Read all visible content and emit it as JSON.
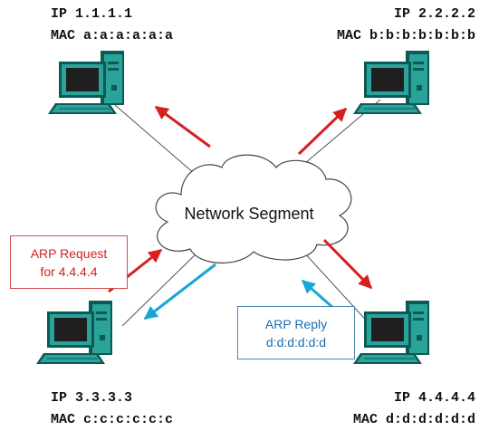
{
  "hosts": {
    "top_left": {
      "ip": "IP 1.1.1.1",
      "mac": "MAC a:a:a:a:a:a"
    },
    "top_right": {
      "ip": "IP 2.2.2.2",
      "mac": "MAC b:b:b:b:b:b:b"
    },
    "bottom_left": {
      "ip": "IP 3.3.3.3",
      "mac": "MAC c:c:c:c:c:c"
    },
    "bottom_right": {
      "ip": "IP 4.4.4.4",
      "mac": "MAC d:d:d:d:d:d"
    }
  },
  "cloud": {
    "label": "Network Segment"
  },
  "arp_request": {
    "line1": "ARP Request",
    "line2": "for 4.4.4.4"
  },
  "arp_reply": {
    "line1": "ARP Reply",
    "line2": "d:d:d:d:d:d"
  },
  "colors": {
    "request_arrow": "#d81e1e",
    "reply_arrow": "#1aa6d4",
    "computer_teal": "#2aa39a",
    "computer_dark": "#0c5a55",
    "screen": "#1f1f1f"
  }
}
